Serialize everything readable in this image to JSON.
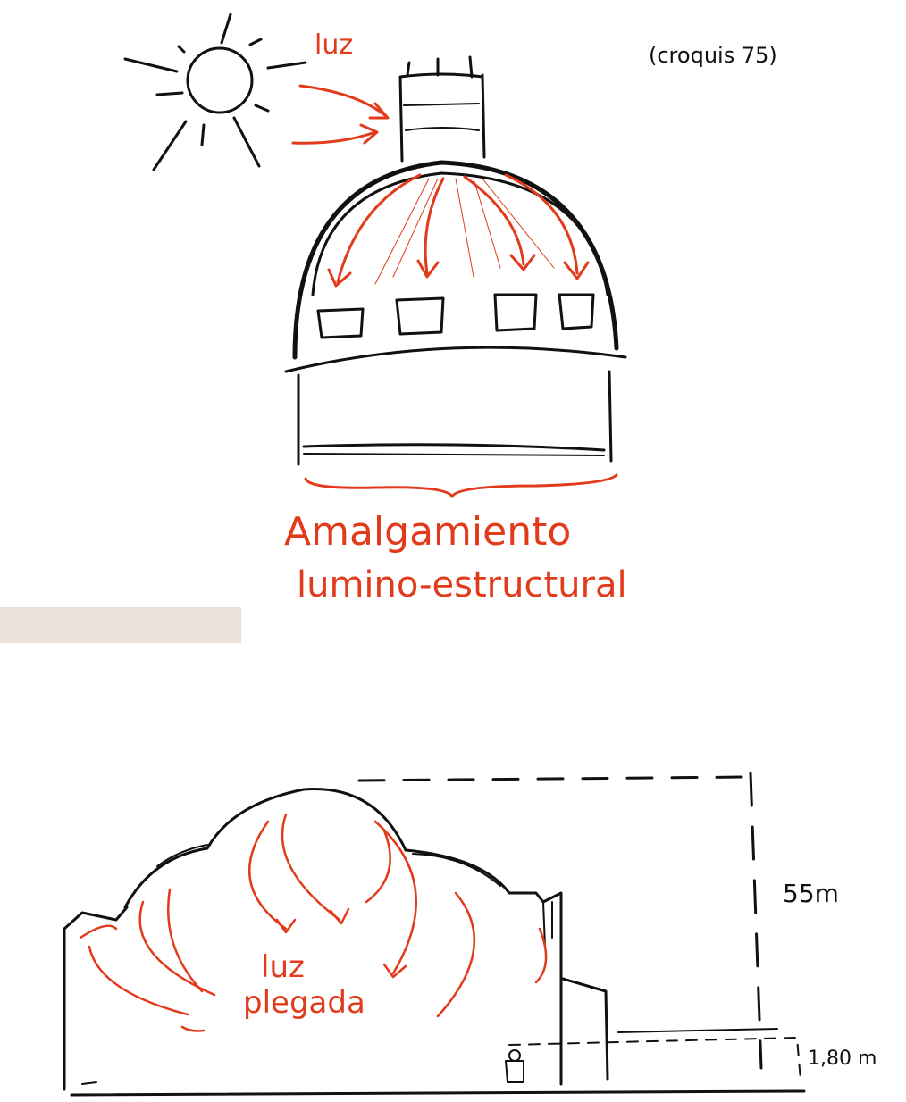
{
  "sketch_top": {
    "sun_label": "luz",
    "note": "(croquis 75)",
    "caption_line1": "Amalgamiento",
    "caption_line2": "lumino-estructural"
  },
  "sketch_bottom": {
    "light_label_line1": "luz",
    "light_label_line2": "plegada",
    "height_total": "55m",
    "height_person": "1,80 m"
  },
  "colors": {
    "ink": "#111111",
    "accent_red": "#e23b1c",
    "paper": "#ffffff"
  }
}
